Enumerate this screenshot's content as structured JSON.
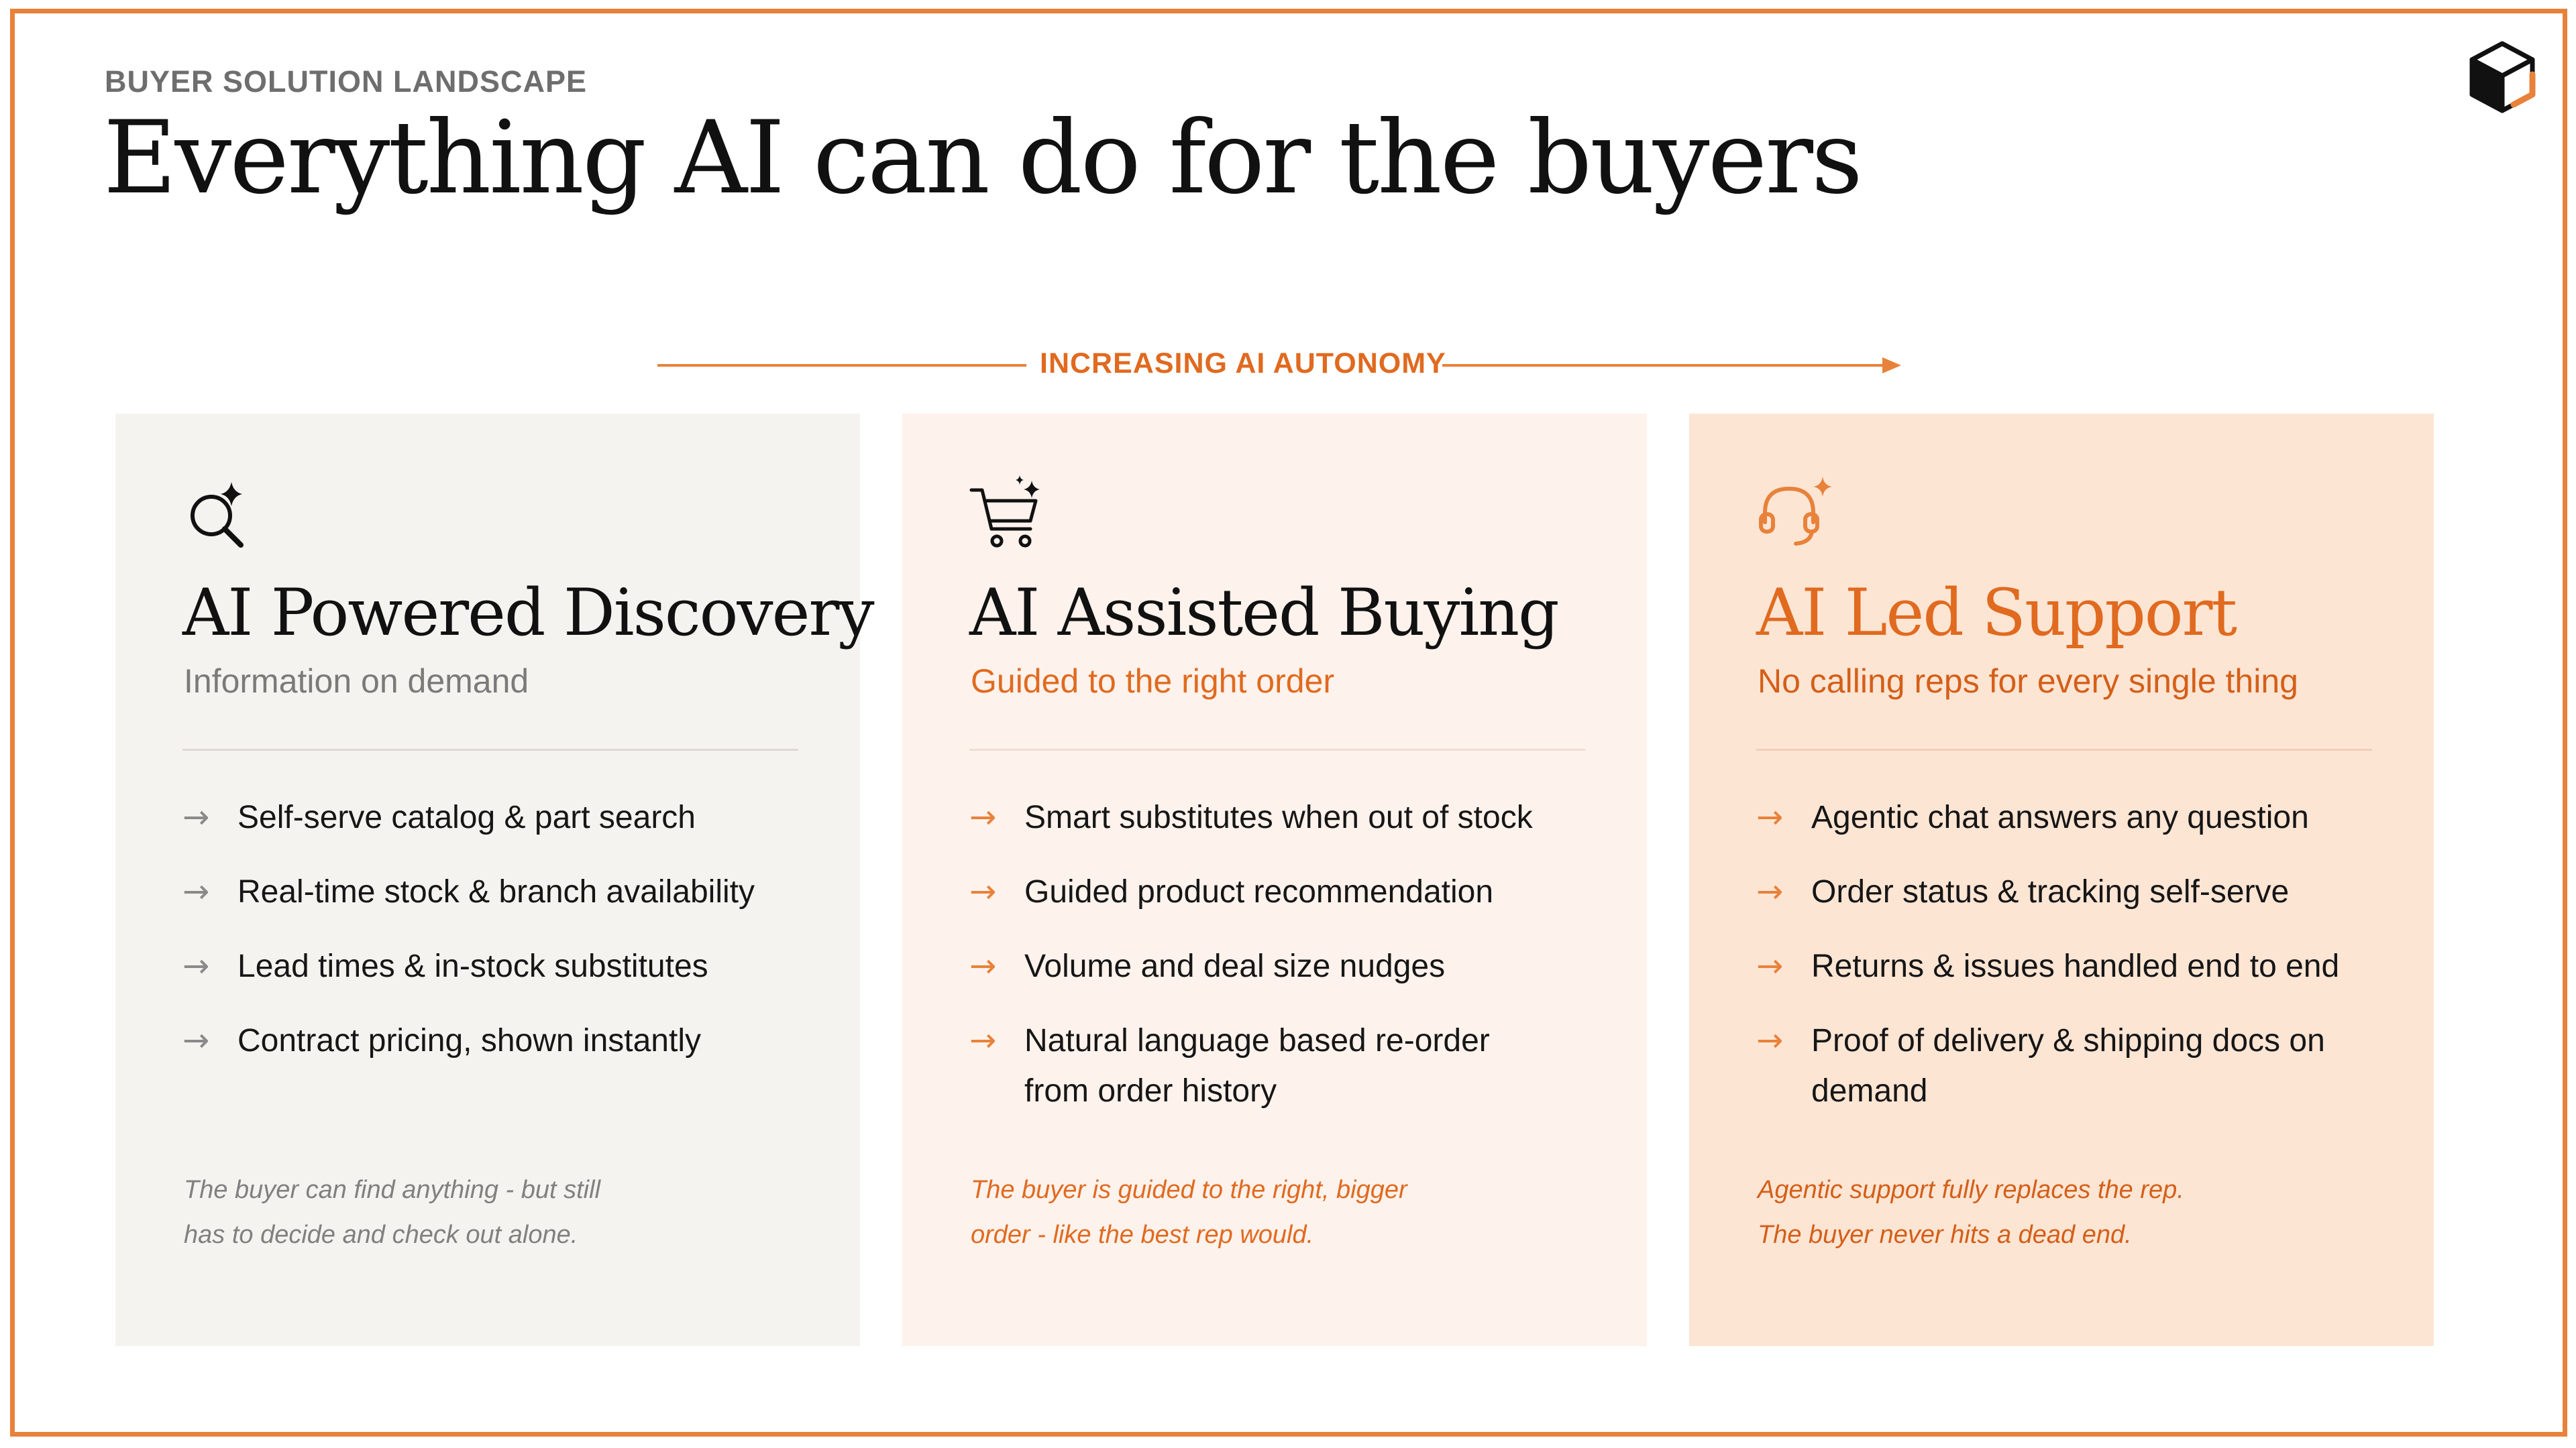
{
  "header": {
    "eyebrow": "BUYER SOLUTION LANDSCAPE",
    "title": "Everything AI can do for the buyers"
  },
  "axis": {
    "label": "INCREASING AI AUTONOMY"
  },
  "colors": {
    "accent": "#E8823A",
    "accent_text": "#E06A1F",
    "card_1_bg": "#F5F3F0",
    "card_2_bg": "#FEF2EC",
    "card_3_bg": "#FDE5D4"
  },
  "cards": [
    {
      "icon": "search-sparkle-icon",
      "title": "AI Powered Discovery",
      "subtitle": "Information on demand",
      "bullet_glyph": "→",
      "items": [
        "Self-serve catalog & part search",
        "Real-time stock & branch availability",
        "Lead times & in-stock substitutes",
        "Contract pricing, shown instantly"
      ],
      "footer": [
        "The buyer can find anything - but still",
        "has to decide and check out alone."
      ]
    },
    {
      "icon": "cart-sparkle-icon",
      "title": "AI Assisted Buying",
      "subtitle": "Guided to the right order",
      "bullet_glyph": "→",
      "items": [
        "Smart substitutes when out of stock",
        "Guided product recommendation",
        "Volume and deal size nudges",
        "Natural language based re-order from order history"
      ],
      "footer": [
        "The buyer is guided to the right, bigger",
        "order - like the best rep would."
      ]
    },
    {
      "icon": "headset-sparkle-icon",
      "title": "AI Led Support",
      "subtitle": "No calling reps for every single thing",
      "bullet_glyph": "→",
      "items": [
        "Agentic chat answers any question",
        "Order status & tracking self-serve",
        "Returns & issues handled end to end",
        "Proof of delivery & shipping docs on demand"
      ],
      "footer": [
        "Agentic support fully replaces the rep.",
        "The buyer never hits a dead end."
      ]
    }
  ]
}
